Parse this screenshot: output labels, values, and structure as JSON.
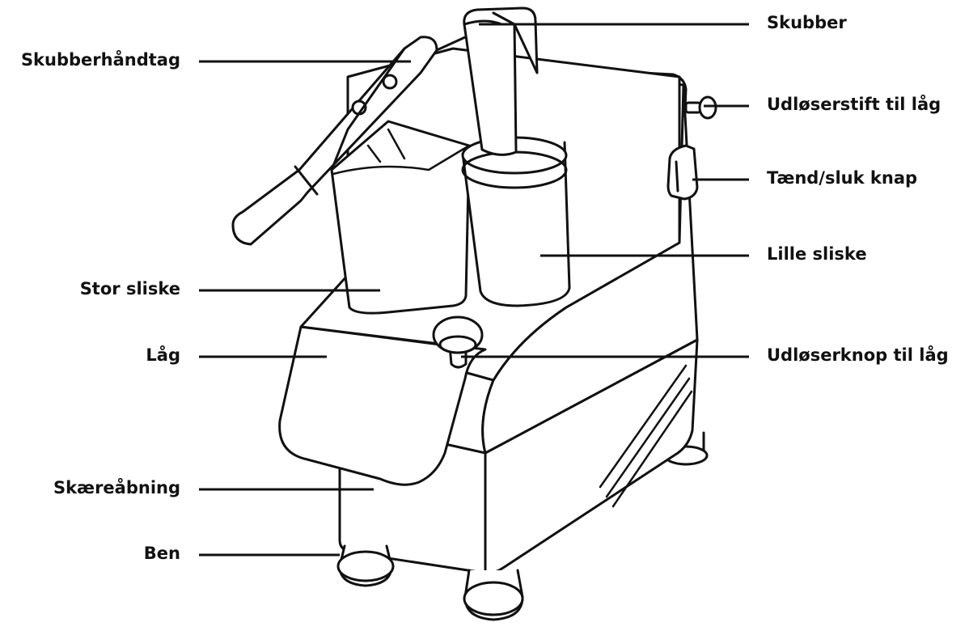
{
  "labels": {
    "skubberhaandtag": "Skubberhåndtag",
    "stor_sliske": "Stor sliske",
    "laag": "Låg",
    "skaereaabning": "Skæreåbning",
    "ben": "Ben",
    "skubber": "Skubber",
    "udloserstift": "Udløserstift til låg",
    "taend_sluk": "Tænd/sluk knap",
    "lille_sliske": "Lille sliske",
    "udloserknop": "Udløserknop til låg"
  },
  "colors": {
    "line": "#111111",
    "fill": "#ffffff",
    "text": "#111111"
  }
}
